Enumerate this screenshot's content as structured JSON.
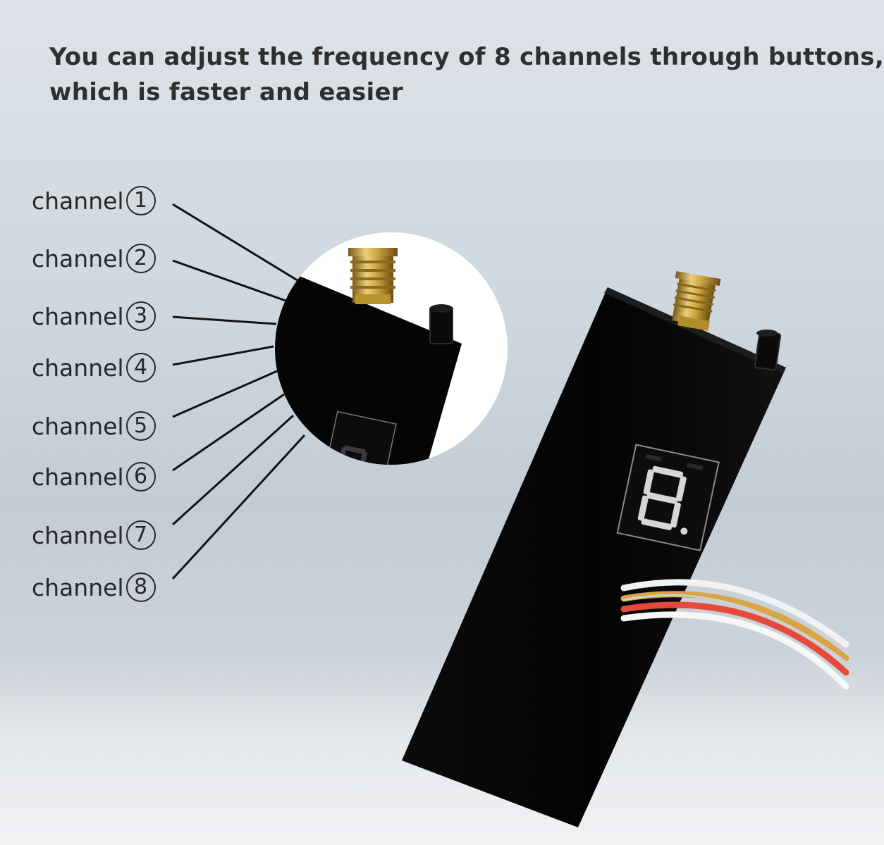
{
  "headline": {
    "line1": "You can adjust the frequency of 8 channels through buttons,",
    "line2": "which is faster and easier"
  },
  "channels": [
    {
      "label": "channel",
      "number": "1"
    },
    {
      "label": "channel",
      "number": "2"
    },
    {
      "label": "channel",
      "number": "3"
    },
    {
      "label": "channel",
      "number": "4"
    },
    {
      "label": "channel",
      "number": "5"
    },
    {
      "label": "channel",
      "number": "6"
    },
    {
      "label": "channel",
      "number": "7"
    },
    {
      "label": "channel",
      "number": "8"
    }
  ],
  "display_digit": "8",
  "colors": {
    "device_body": "#050505",
    "antenna_gold": "#c9a441",
    "leader_lines": "#111111",
    "text": "#2a2a2a"
  }
}
